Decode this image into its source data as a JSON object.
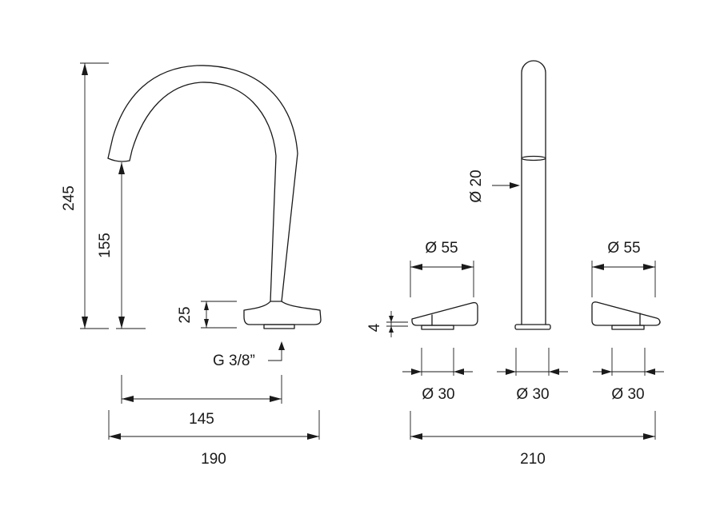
{
  "dimensions": {
    "overall_height": "245",
    "spout_height": "155",
    "base_height": "25",
    "thread": "G 3/8”",
    "spout_reach": "145",
    "overall_width": "190",
    "spout_diameter": "Ø 20",
    "left_handle_diameter": "Ø 55",
    "right_handle_diameter": "Ø 55",
    "handle_offset": "4",
    "left_base_diameter": "Ø 30",
    "center_base_diameter": "Ø 30",
    "right_base_diameter": "Ø 30",
    "installation_width": "210"
  }
}
